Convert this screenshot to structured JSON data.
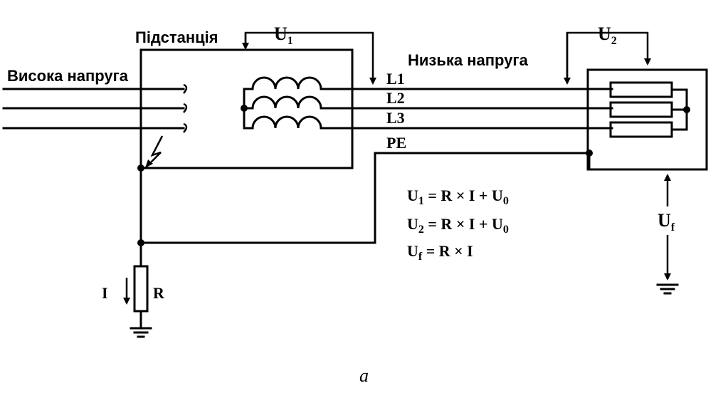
{
  "labels": {
    "high_voltage": "Висока напруга",
    "substation": "Підстанція",
    "low_voltage": "Низька напруга",
    "line_1": "L1",
    "line_2": "L2",
    "line_3": "L3",
    "protective_earth": "PE",
    "current": "I",
    "resistance": "R",
    "caption": "а"
  },
  "voltages": {
    "u1": {
      "main": "U",
      "sub": "1"
    },
    "u2": {
      "main": "U",
      "sub": "2"
    },
    "uf": {
      "main": "U",
      "sub": "f"
    }
  },
  "equations": [
    {
      "lhs_main": "U",
      "lhs_sub": "1",
      "rhs": " = R × I + U",
      "rhs_sub": "0"
    },
    {
      "lhs_main": "U",
      "lhs_sub": "2",
      "rhs": " = R × I + U",
      "rhs_sub": "0"
    },
    {
      "lhs_main": "U",
      "lhs_sub": "f",
      "rhs": " = R × I",
      "rhs_sub": ""
    }
  ]
}
